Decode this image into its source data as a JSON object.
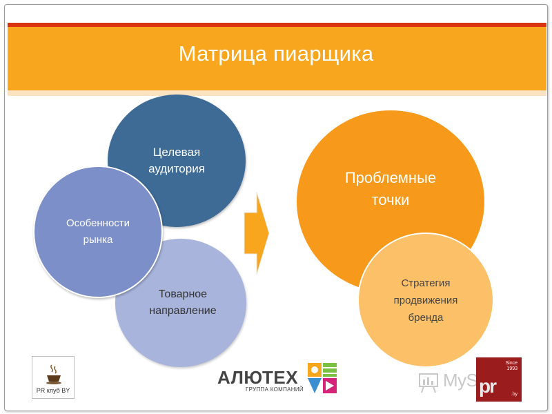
{
  "slide": {
    "title": "Матрица пиарщика",
    "colors": {
      "banner": "#f7a61e",
      "banner_accent": "#d9340f",
      "circle_target": "#3d6b96",
      "circle_market": "#7d8fc8",
      "circle_product": "#a8b4dc",
      "circle_problem": "#f79a1b",
      "circle_strategy": "#fbc068",
      "arrow": "#f7a61e"
    }
  },
  "diagram": {
    "left_group": {
      "target_audience": "Целевая аудитория",
      "market_features": "Особенности рынка",
      "product_direction": "Товарное направление"
    },
    "arrow": "arrow-right-icon",
    "right_group": {
      "problem_points": "Проблемные точки",
      "brand_strategy": "Стратегия продвижения бренда"
    }
  },
  "logos": {
    "pr_club": "PR клуб BY",
    "alutech_name": "АЛЮТЕХ",
    "alutech_sub": "ГРУППА КОМПАНИЙ",
    "myshared": "MyShared",
    "pr_by_since": "Since 1993",
    "pr_by_mark": "pr",
    "pr_by_domain": ".by"
  }
}
